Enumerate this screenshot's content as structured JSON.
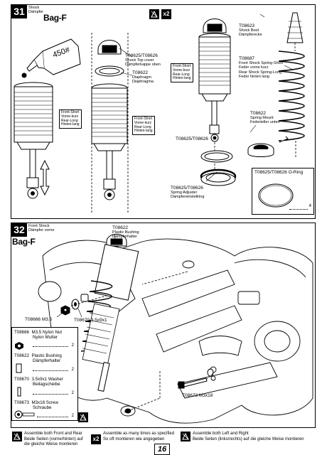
{
  "step31": {
    "number": "31",
    "title": "Shock\nDämpfer",
    "bag": "Bag-F",
    "x2": "x2",
    "oil_label": "450#",
    "spring_tag_left": "Front-Short\nVorne-kurz\nRear-Long\nHinten-lang",
    "spring_tag_mid": "Front-Short\nVorne-kurz\nRear-Long\nHinten-lang",
    "spring_tag_right": "Front-Short\nVorne-kurz\nRear-Long\nHinten-lang",
    "t08625_cap": "T08625/T08626",
    "t08625_cap_desc": "Shock Top cover\nDämpferkappe oben",
    "t08622_diaphragm": "T08622",
    "t08622_diaphragm_desc": "Diaphragm\nDiaphragma",
    "t08625_rod": "T08625/T08626",
    "t08625_adjuster": "T08625/T08626",
    "t08625_adjuster_desc": "Spring Adjuster\nDämpfereinstellring",
    "t08623": "T08623",
    "t08623_desc": "Shock Boot\nDämpferecke",
    "t08687": "T08687",
    "t08687_desc": "Front Shock Spring-Short\nFeder vorne kurz\nRear Shock Spring-Long\nFeder hinten lang",
    "t08622_mount": "T08622",
    "t08622_mount_desc": "Spring Mount\nFederteller unten",
    "oring_title": "T08625/T08626  O-Ring",
    "oring_qty": "4"
  },
  "step32": {
    "number": "32",
    "title": "Front Shock\nDämpfer vorne",
    "bag": "Bag-F",
    "t08622": "T08622",
    "t08622_desc": "Plastic Bushing\nDämpferhalter",
    "t08666": "T08666  M3.5",
    "t08670": "T08670  3.5x9x1",
    "t08673": "T08673  M3x18"
  },
  "parts_table": [
    {
      "code": "T08666",
      "name": "M3.5 Nylon Nut",
      "name_de": "Nylon Mutter",
      "qty": "2"
    },
    {
      "code": "T08622",
      "name": "Plastic Bushing",
      "name_de": "Dämpferhalter",
      "qty": "2"
    },
    {
      "code": "T08670",
      "name": "3.5x9x1 Washer",
      "name_de": "Beilagscheibe",
      "qty": "2"
    },
    {
      "code": "T08673",
      "name": "M3x18 Screw",
      "name_de": "Schraube",
      "qty": "2"
    }
  ],
  "footer": {
    "note1": "Assemble both Front and Rear\nBeide Seiten (vorne/hinten) auf\ndie gleiche Weise montieren",
    "note2": "Assemble as many times as specified\nSo oft montieren wie angegeben",
    "note3": "Assemble both Left and Right\nBeide Seiten (links/rechts) auf die gleiche Weise montieren",
    "page": "16",
    "x2": "x2"
  }
}
